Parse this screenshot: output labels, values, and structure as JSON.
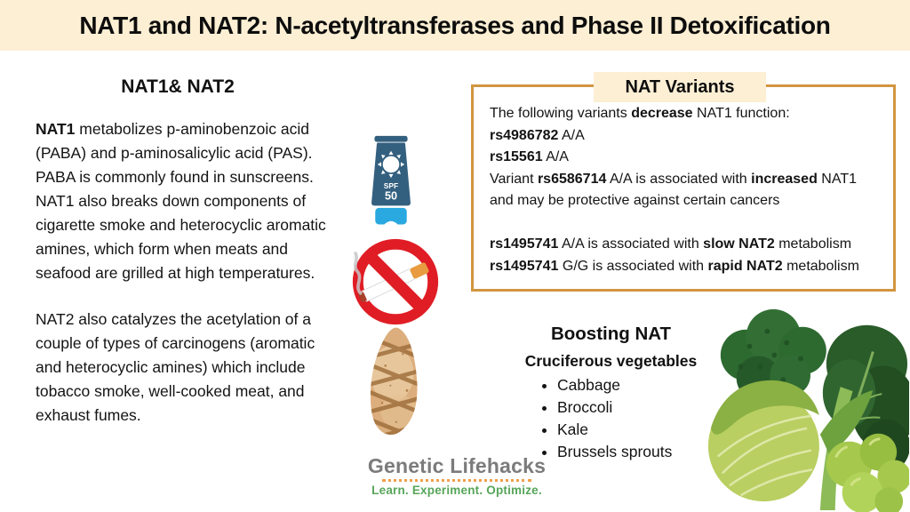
{
  "title": "NAT1 and NAT2: N-acetyltransferases and Phase II Detoxification",
  "left": {
    "heading": "NAT1& NAT2",
    "p1_bold": "NAT1",
    "p1_rest": " metabolizes p-aminobenzoic acid (PABA) and p-aminosalicylic acid (PAS). PABA is commonly found in sunscreens. NAT1 also breaks down components of cigarette smoke and heterocyclic aromatic amines, which form when meats and seafood are grilled at high temperatures.",
    "p2": "NAT2 also catalyzes the acetylation of a couple of types of carcinogens (aromatic and heterocyclic amines) which include tobacco smoke, well-cooked meat, and exhaust fumes."
  },
  "variants": {
    "header": "NAT Variants",
    "intro": {
      "pre": "The following variants ",
      "bold": "decrease",
      "post": " NAT1 function:"
    },
    "v1": {
      "rsid": "rs4986782",
      "genotype": " A/A"
    },
    "v2": {
      "rsid": "rs15561",
      "genotype": " A/A"
    },
    "v3": {
      "pre": "Variant ",
      "rsid": "rs6586714",
      "mid": " A/A is associated with ",
      "bold": "increased",
      "post": " NAT1 and may be protective against certain cancers"
    },
    "v4": {
      "rsid": "rs1495741",
      "mid": " A/A is associated with ",
      "bold": "slow NAT2",
      "post": " metabolism"
    },
    "v5": {
      "rsid": "rs1495741",
      "mid": " G/G is associated with ",
      "bold": "rapid NAT2",
      "post": " metabolism"
    }
  },
  "boosting": {
    "heading": "Boosting NAT",
    "subheading": "Cruciferous vegetables",
    "items": [
      "Cabbage",
      "Broccoli",
      "Kale",
      "Brussels sprouts"
    ]
  },
  "icons": {
    "sunscreen": {
      "semantic": "sunscreen-spf50-icon",
      "spf_label": "SPF",
      "spf_value": "50"
    },
    "no_smoking": {
      "semantic": "no-smoking-icon"
    },
    "grilled_meat": {
      "semantic": "grilled-meat-icon"
    },
    "vegetables": {
      "semantic": "cruciferous-vegetables-image"
    }
  },
  "logo": {
    "name": "Genetic Lifehacks",
    "tagline": "Learn. Experiment. Optimize."
  },
  "colors": {
    "banner_bg": "#FCEFD4",
    "variants_border": "#D2953F",
    "variants_header_bg": "#FCEFD4",
    "logo_gray": "#7B7B7B",
    "logo_green": "#57A559",
    "logo_dot_orange": "#F0A04B",
    "sunscreen_blue": "#34607F",
    "sunscreen_cap_blue": "#2AA9E0",
    "prohibition_red": "#E01D25",
    "cigarette_filter_orange": "#E89B40"
  }
}
